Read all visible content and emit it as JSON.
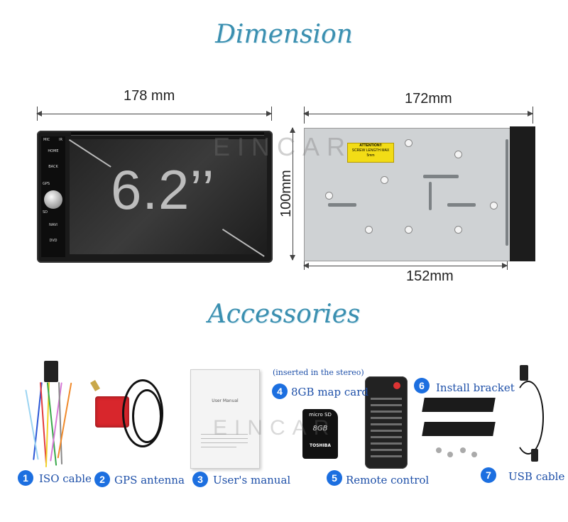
{
  "sections": {
    "dimension_title": "Dimension",
    "accessories_title": "Accessories"
  },
  "dimensions": {
    "front_width": "178 mm",
    "screen_size": "6.2’’",
    "depth_top": "172mm",
    "height": "100mm",
    "depth_bottom": "152mm"
  },
  "stereo_buttons": {
    "mic": "MIC",
    "ir": "IR",
    "home": "HOME",
    "back": "BACK",
    "gps": "GPS",
    "sd": "SD",
    "navi": "NAVI",
    "dvd": "DVD"
  },
  "chassis": {
    "warning_lines": [
      "ATTENTION!!",
      "SCREW LENGTH MAX",
      "5mm"
    ]
  },
  "manual": {
    "title": "User Manual"
  },
  "sd_card": {
    "brand": "TOSHIBA",
    "capacity": "8GB",
    "format": "micro SD"
  },
  "watermark": "EINCAR",
  "accessories": [
    {
      "number": "1",
      "label": "ISO cable"
    },
    {
      "number": "2",
      "label": "GPS antenna"
    },
    {
      "number": "3",
      "label": "User's manual"
    },
    {
      "number": "4",
      "label": "8GB map card",
      "note": "(inserted in the stereo)"
    },
    {
      "number": "5",
      "label": "Remote control"
    },
    {
      "number": "6",
      "label": "Install bracket"
    },
    {
      "number": "7",
      "label": "USB cable"
    }
  ],
  "colors": {
    "heading": "#3a8fb0",
    "badge": "#1c6fe0",
    "label": "#1d4fa8",
    "warning_sticker": "#f2dc16",
    "gps_antenna": "#d8262c"
  }
}
